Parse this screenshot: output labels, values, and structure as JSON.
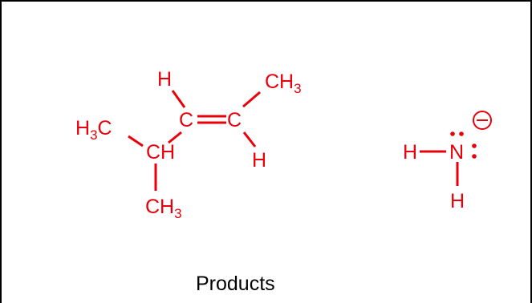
{
  "colors": {
    "molecule": "#e8000b",
    "caption": "#000000",
    "frame": "#000000"
  },
  "alkene": {
    "atoms": {
      "h_top": "H",
      "c_left": "C",
      "c_right": "C",
      "h_bottom": "H",
      "ch_carbon": "CH",
      "methyl_top_c": "CH",
      "methyl_top_sub": "3",
      "methyl_left_c": "H",
      "methyl_left_sub": "3",
      "methyl_left_tail": "C",
      "methyl_bottom_c": "CH",
      "methyl_bottom_sub": "3"
    }
  },
  "amide": {
    "atoms": {
      "h_left": "H",
      "n": "N",
      "h_bottom": "H",
      "charge": "−"
    }
  },
  "caption": "Products"
}
